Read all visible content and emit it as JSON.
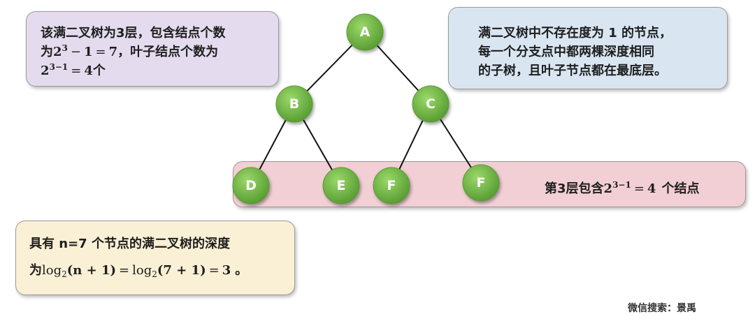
{
  "box_top_left": {
    "line1": "该满二叉树为3层，包含结点个数",
    "line2_prefix": "为",
    "line2_base": "2",
    "line2_exp": "3",
    "line2_minus": "−",
    "line2_one": "1",
    "line2_eq": "=",
    "line2_val": "7",
    "line2_suffix": "，叶子结点个数为",
    "line3_base": "2",
    "line3_exp": "3−1",
    "line3_eq": "=",
    "line3_val": "4",
    "line3_suffix": "个"
  },
  "box_top_right": {
    "line1": "满二叉树中不存在度为 1 的节点，",
    "line2": "每一个分支点中都两棵深度相同",
    "line3": "的子树，且叶子节点都在最底层。"
  },
  "box_level": {
    "prefix": "第3层包含",
    "base": "2",
    "exp": "3−1",
    "eq": "=",
    "val": "4",
    "suffix": "个结点"
  },
  "box_bottom_left": {
    "line1": "具有 n=7 个节点的满二叉树的深度",
    "line2_prefix": "为",
    "log": "log",
    "sub": "2",
    "arg1": "(n + 1)",
    "eq1": "=",
    "arg2": "(7 + 1)",
    "eq2": "=",
    "val": "3",
    "suffix": "。"
  },
  "tree": {
    "nodes": [
      {
        "id": "A",
        "label": "A"
      },
      {
        "id": "B",
        "label": "B"
      },
      {
        "id": "C",
        "label": "C"
      },
      {
        "id": "D",
        "label": "D"
      },
      {
        "id": "E",
        "label": "E"
      },
      {
        "id": "F1",
        "label": "F"
      },
      {
        "id": "F2",
        "label": "F"
      }
    ],
    "edges": [
      [
        "A",
        "B"
      ],
      [
        "A",
        "C"
      ],
      [
        "B",
        "D"
      ],
      [
        "B",
        "E"
      ],
      [
        "C",
        "F1"
      ],
      [
        "C",
        "F2"
      ]
    ]
  },
  "colors": {
    "node_fill_light": "#8fd060",
    "node_fill_dark": "#5ba033",
    "purple_box": "#e4dcee",
    "blue_box": "#d9e6f2",
    "pink_box": "#f2cfd5",
    "yellow_box": "#faf0d5"
  },
  "watermark": "微信搜索：景禹"
}
